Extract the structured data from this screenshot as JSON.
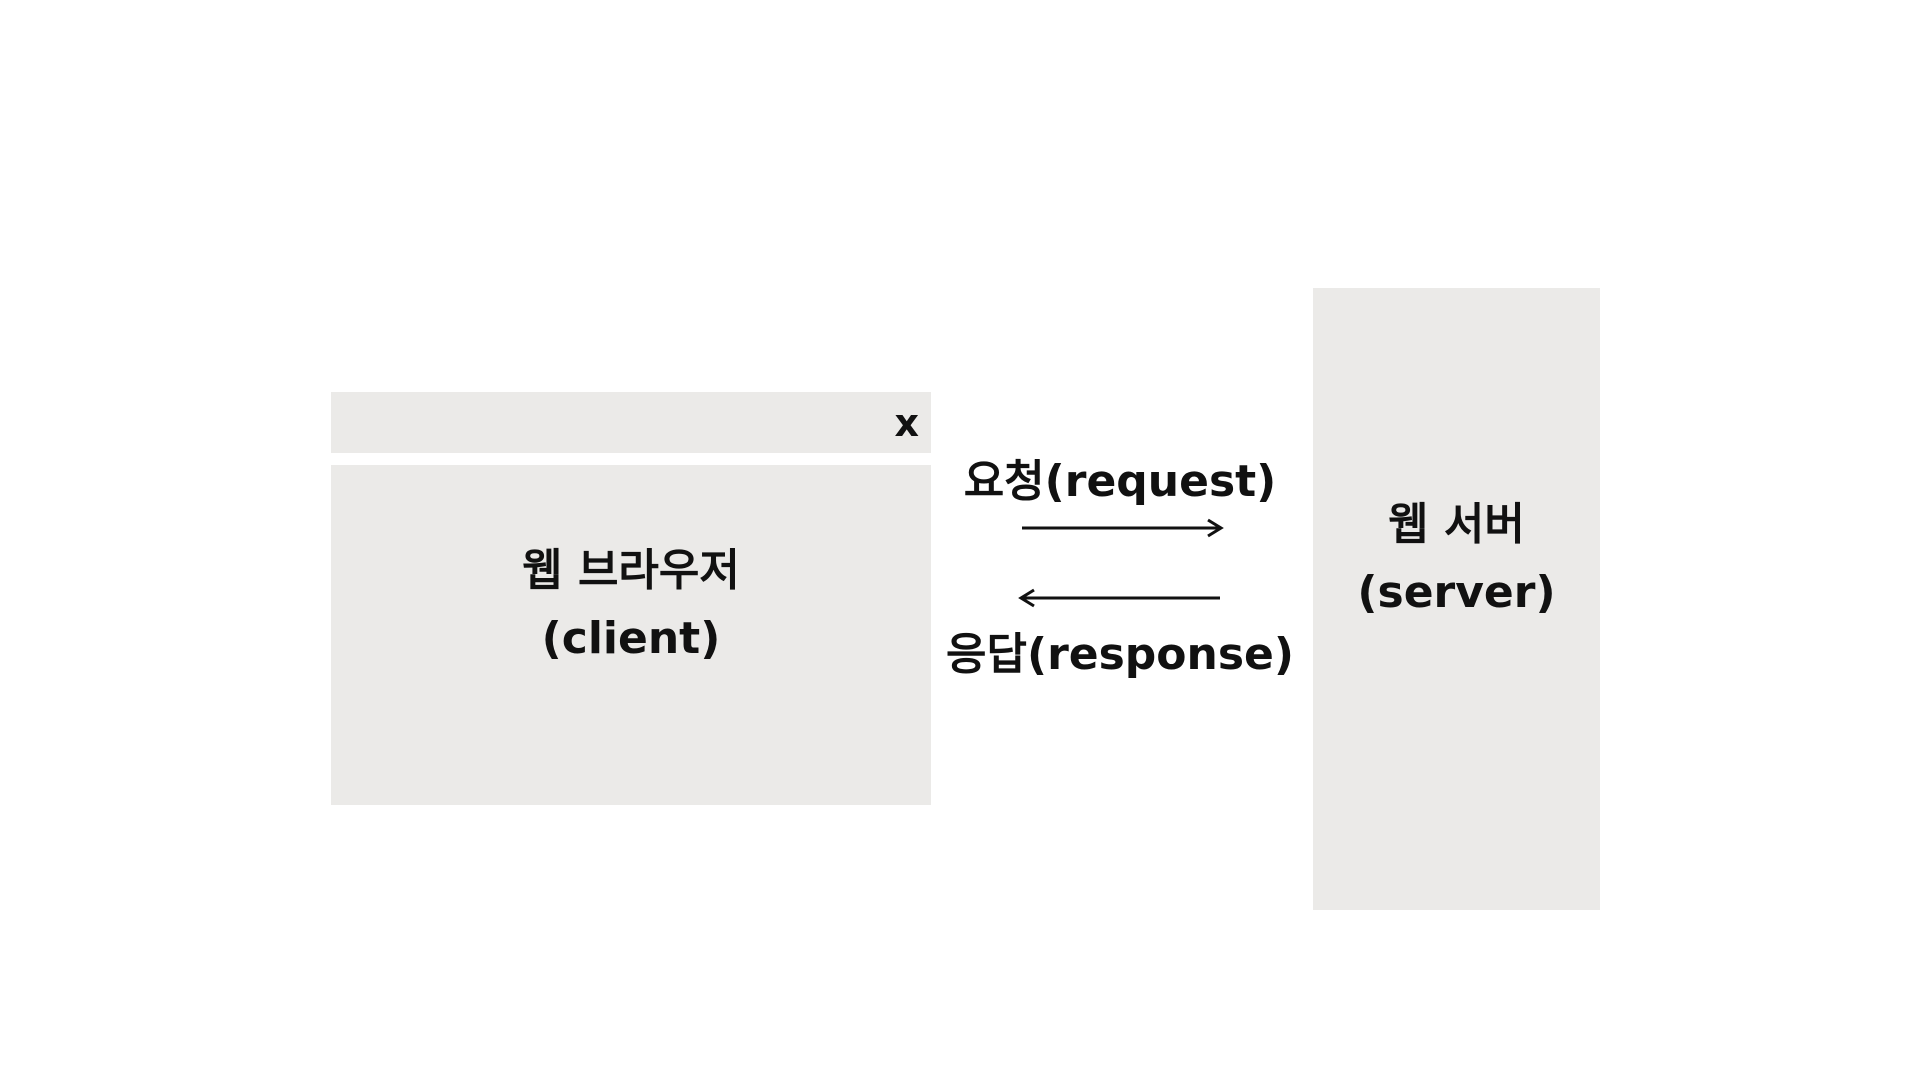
{
  "browser": {
    "close_label": "x",
    "title": "웹 브라우저",
    "subtitle": "(client)"
  },
  "server": {
    "title": "웹 서버",
    "subtitle": "(server)"
  },
  "arrows": {
    "request_label": "요청(request)",
    "response_label": "응답(response)"
  },
  "colors": {
    "box_fill": "#ebeae8",
    "text": "#111111"
  }
}
